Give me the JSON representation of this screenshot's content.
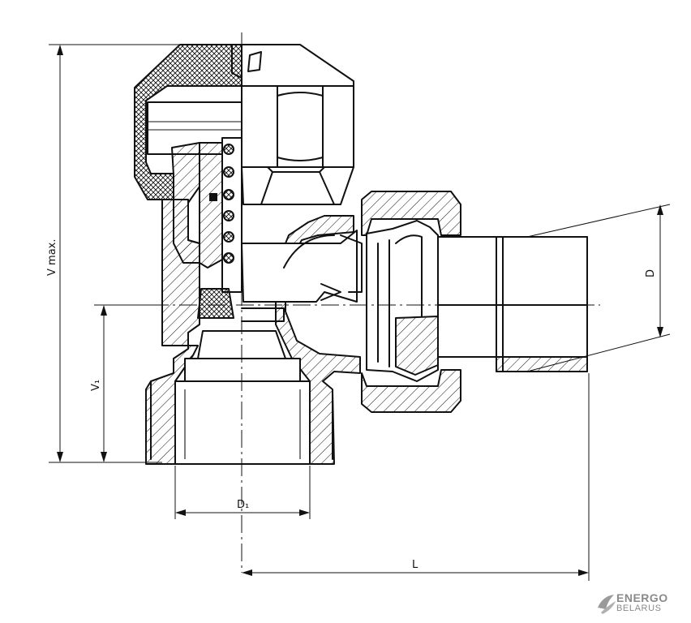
{
  "dimensions": {
    "height_max": "V max.",
    "height_v1": "V₁",
    "diameter_d": "D",
    "diameter_d1": "D₁",
    "length_l": "L"
  },
  "logo": {
    "line1": "ENERGO",
    "line2": "BELARUS",
    "color": "#8a8a8a"
  }
}
